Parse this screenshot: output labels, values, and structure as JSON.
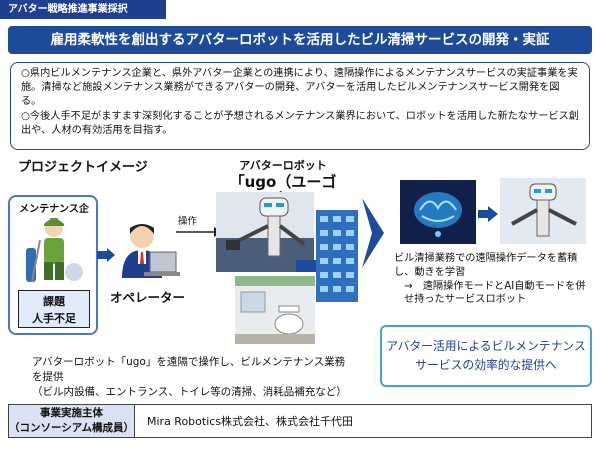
{
  "header": {
    "tag": "アバター戦略推進事業採択",
    "title": "雇用柔軟性を創出するアバターロボットを活用したビル清掃サービスの開発・実証"
  },
  "summary": {
    "line1": "○県内ビルメンテナンス企業と、県外アバター企業との連携により、遠隔操作によるメンテナンスサービスの実証事業を実施。清掃など施設メンテナンス業務ができるアバターの開発、アバターを活用したビルメンテナンスサービス開発を図る。",
    "line2": "○今後人手不足がますます深刻化することが予想されるメンテナンス業界において、ロボットを活用した新たなサービス創出や、人材の有効活用を目指す。"
  },
  "project": {
    "label": "プロジェクトイメージ",
    "maintenance_company": "メンテナンス企業",
    "issue_label": "課題",
    "issue_value": "人手不足",
    "operator_label": "オペレーター",
    "operate_label": "操作",
    "robot_caption": "アバターロボット",
    "robot_name": "「ugo（ユーゴー）」",
    "desc_left_1": "アバターロボット「ugo」を遠隔で操作し、ビルメンテナンス業務を提供",
    "desc_left_2": "（ビル内設備、エントランス、トイレ等の清掃、消耗品補充など）",
    "desc_right_1": "ビル清掃業務での遠隔操作データを蓄積し、動きを学習",
    "desc_right_2": "→　遠隔操作モードとAI自動モードを併せ持ったサービスロボット",
    "result_line1": "アバター活用によるビルメンテナンス",
    "result_line2": "サービスの効率的な提供へ"
  },
  "footer": {
    "label_line1": "事業実施主体",
    "label_line2": "（コンソーシアム構成員）",
    "value": "Mira Robotics株式会社、株式会社千代田"
  },
  "colors": {
    "navy": "#1e4a9a",
    "accent_blue": "#4a9fd6",
    "light_blue": "#e0ebfb"
  }
}
